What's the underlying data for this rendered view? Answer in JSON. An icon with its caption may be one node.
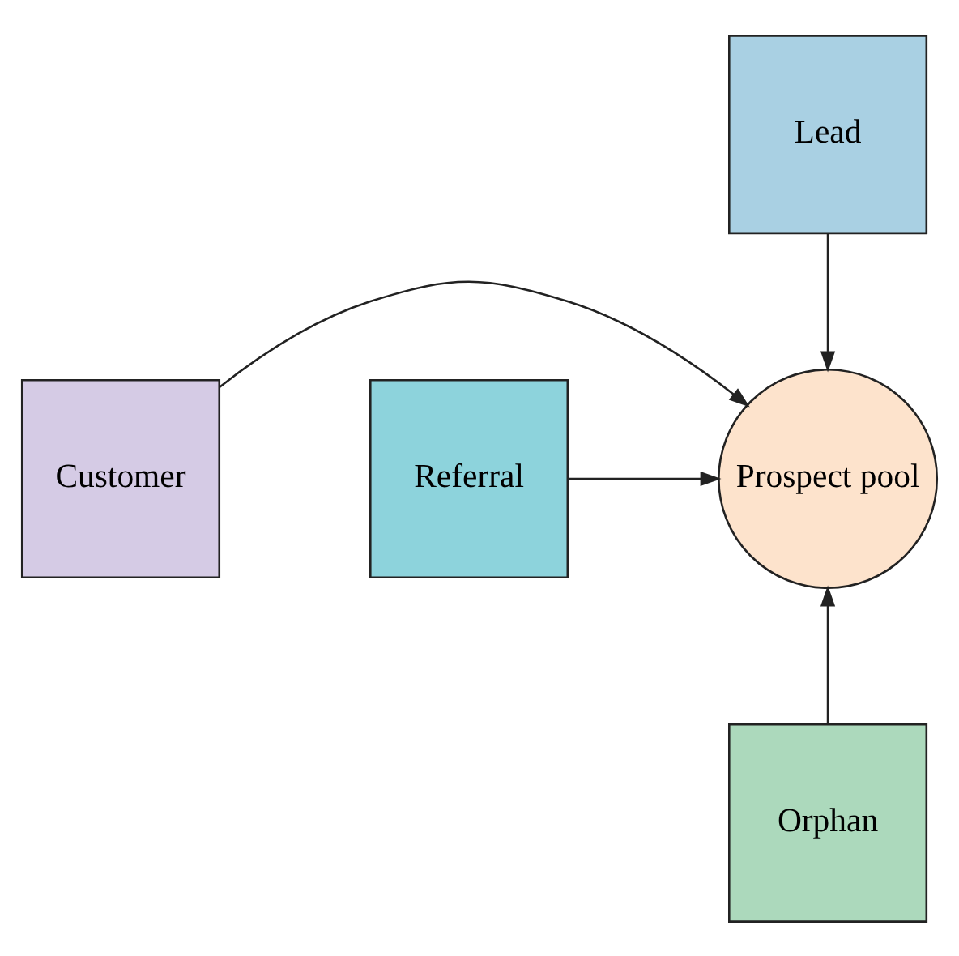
{
  "diagram": {
    "nodes": [
      {
        "text": [
          "Lead"
        ]
      },
      {
        "text": [
          "Customer"
        ]
      },
      {
        "text": [
          "Prospect pool"
        ]
      },
      {
        "text": [
          "Referral"
        ]
      },
      {
        "text": [
          "Orphan"
        ]
      }
    ],
    "edges": [
      {
        "from": 0,
        "to": 2,
        "arrow": "to"
      },
      {
        "from": 1,
        "to": 2,
        "arrow": "to"
      },
      {
        "from": 3,
        "to": 2,
        "arrow": "to"
      },
      {
        "from": 4,
        "to": 2,
        "arrow": "to"
      }
    ]
  }
}
